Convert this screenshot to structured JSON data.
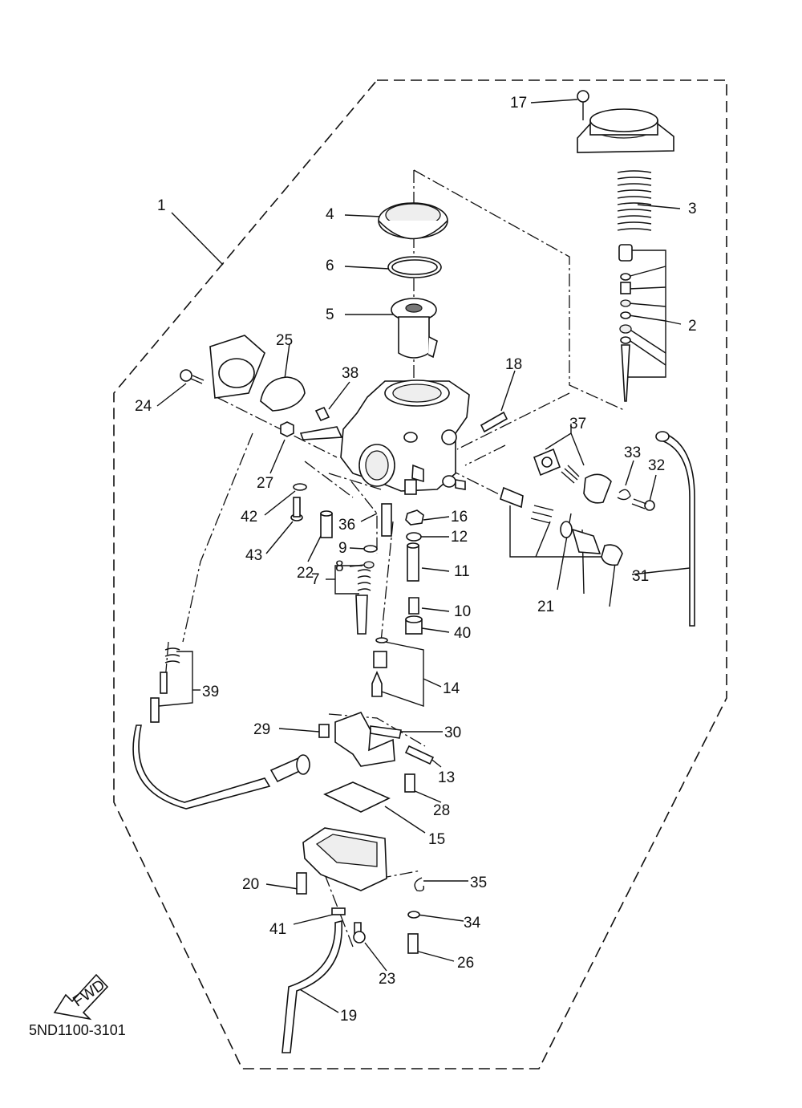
{
  "diagram": {
    "catalog_code": "5ND1100-3101",
    "fwd_label": "FWD",
    "callouts": [
      {
        "id": "c1",
        "text": "1"
      },
      {
        "id": "c2",
        "text": "2"
      },
      {
        "id": "c3",
        "text": "3"
      },
      {
        "id": "c4",
        "text": "4"
      },
      {
        "id": "c5",
        "text": "5"
      },
      {
        "id": "c6",
        "text": "6"
      },
      {
        "id": "c7",
        "text": "7"
      },
      {
        "id": "c8",
        "text": "8"
      },
      {
        "id": "c9",
        "text": "9"
      },
      {
        "id": "c10",
        "text": "10"
      },
      {
        "id": "c11",
        "text": "11"
      },
      {
        "id": "c12",
        "text": "12"
      },
      {
        "id": "c13",
        "text": "13"
      },
      {
        "id": "c14",
        "text": "14"
      },
      {
        "id": "c15",
        "text": "15"
      },
      {
        "id": "c16",
        "text": "16"
      },
      {
        "id": "c17",
        "text": "17"
      },
      {
        "id": "c18",
        "text": "18"
      },
      {
        "id": "c19",
        "text": "19"
      },
      {
        "id": "c20",
        "text": "20"
      },
      {
        "id": "c21",
        "text": "21"
      },
      {
        "id": "c22",
        "text": "22"
      },
      {
        "id": "c23",
        "text": "23"
      },
      {
        "id": "c24",
        "text": "24"
      },
      {
        "id": "c25",
        "text": "25"
      },
      {
        "id": "c26",
        "text": "26"
      },
      {
        "id": "c27",
        "text": "27"
      },
      {
        "id": "c28",
        "text": "28"
      },
      {
        "id": "c29",
        "text": "29"
      },
      {
        "id": "c30",
        "text": "30"
      },
      {
        "id": "c31",
        "text": "31"
      },
      {
        "id": "c32",
        "text": "32"
      },
      {
        "id": "c33",
        "text": "33"
      },
      {
        "id": "c34",
        "text": "34"
      },
      {
        "id": "c35",
        "text": "35"
      },
      {
        "id": "c36",
        "text": "36"
      },
      {
        "id": "c37",
        "text": "37"
      },
      {
        "id": "c38",
        "text": "38"
      },
      {
        "id": "c39",
        "text": "39"
      },
      {
        "id": "c40",
        "text": "40"
      },
      {
        "id": "c41",
        "text": "41"
      },
      {
        "id": "c42",
        "text": "42"
      },
      {
        "id": "c43",
        "text": "43"
      }
    ]
  }
}
